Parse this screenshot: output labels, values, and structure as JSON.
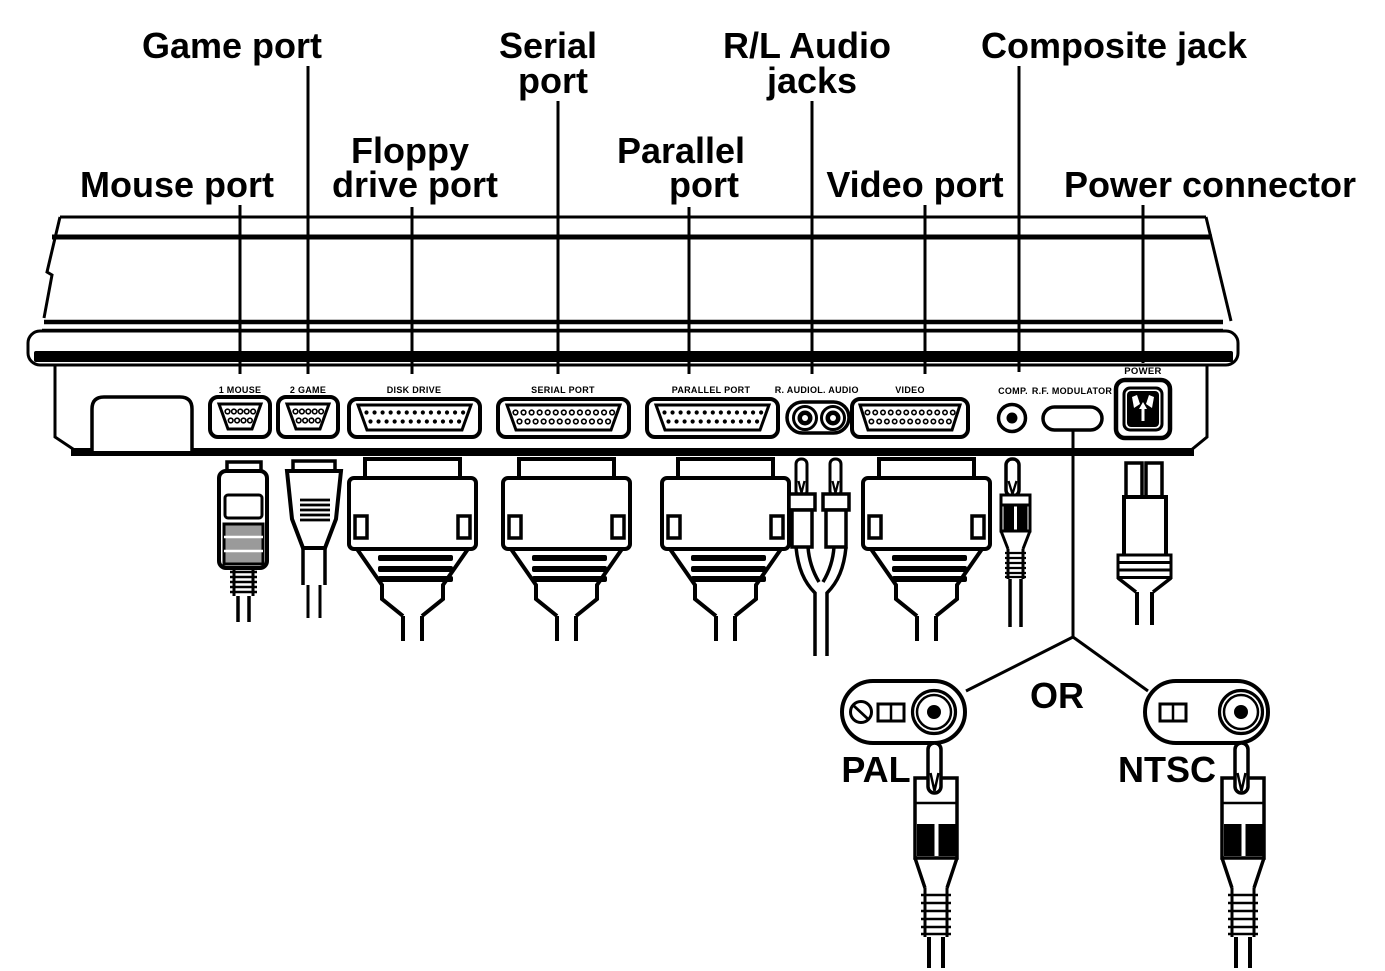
{
  "diagram": {
    "type": "computer-rear-panel-connection-diagram",
    "callouts": {
      "mouse": "Mouse port",
      "game": "Game port",
      "floppy_line1": "Floppy",
      "floppy_line2": "drive port",
      "serial_line1": "Serial",
      "serial_line2": "port",
      "parallel_line1": "Parallel",
      "parallel_line2": "port",
      "audio_line1": "R/L Audio",
      "audio_line2": "jacks",
      "video": "Video port",
      "composite": "Composite jack",
      "power": "Power connector"
    },
    "port_labels": {
      "mouse": "1 MOUSE",
      "game": "2 GAME",
      "disk": "DISK DRIVE",
      "serial": "SERIAL PORT",
      "parallel": "PARALLEL PORT",
      "audio_r": "R. AUDIO",
      "audio_l": "L. AUDIO",
      "video": "VIDEO",
      "comp": "COMP.",
      "rf": "R.F. MODULATOR",
      "power": "POWER"
    },
    "variants": {
      "or": "OR",
      "pal": "PAL",
      "ntsc": "NTSC"
    },
    "colors": {
      "ink": "#000000",
      "paper": "#ffffff",
      "connector_gray": "#9a9a9a"
    }
  }
}
